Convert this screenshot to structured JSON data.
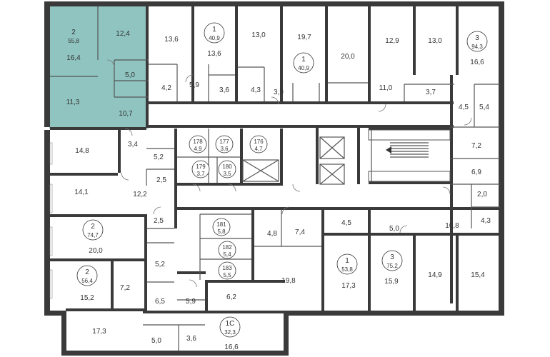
{
  "colors": {
    "wall": "#3a3a3a",
    "highlight": "#8fc4c0",
    "badge_stroke": "#333333",
    "text": "#333333"
  },
  "apartments": [
    {
      "id": "apt-top-left-highlighted",
      "rooms": "2",
      "area": "55,8",
      "highlighted": true
    },
    {
      "id": "apt-top-1",
      "rooms": "1",
      "area": "40,9"
    },
    {
      "id": "apt-top-2",
      "rooms": "1",
      "area": "40,9"
    },
    {
      "id": "apt-top-right",
      "rooms": "3",
      "area": "94,3"
    },
    {
      "id": "apt-left-mid",
      "rooms": "2",
      "area": "74,7"
    },
    {
      "id": "apt-left-low",
      "rooms": "2",
      "area": "56,4"
    },
    {
      "id": "apt-bottom-1",
      "rooms": "1",
      "area": "53,8"
    },
    {
      "id": "apt-bottom-3",
      "rooms": "3",
      "area": "75,2"
    },
    {
      "id": "apt-bottom-1c",
      "rooms": "1С",
      "area": "32,3"
    }
  ],
  "storages": [
    {
      "num": "178",
      "area": "4,9"
    },
    {
      "num": "177",
      "area": "3,6"
    },
    {
      "num": "176",
      "area": "4,7"
    },
    {
      "num": "179",
      "area": "3,7"
    },
    {
      "num": "180",
      "area": "3,5"
    },
    {
      "num": "181",
      "area": "5,8"
    },
    {
      "num": "182",
      "area": "5,4"
    },
    {
      "num": "183",
      "area": "5,5"
    }
  ],
  "rooms": [
    "16,4",
    "12,4",
    "5,0",
    "11,3",
    "10,7",
    "13,6",
    "4,2",
    "5,9",
    "13,6",
    "3,6",
    "13,0",
    "4,3",
    "3,9",
    "19,7",
    "20,0",
    "12,9",
    "11,0",
    "13,0",
    "3,7",
    "16,6",
    "4,5",
    "5,4",
    "14,8",
    "3,4",
    "5,2",
    "2,5",
    "14,1",
    "12,2",
    "2,5",
    "20,0",
    "7,2",
    "6,9",
    "2,0",
    "4,3",
    "10,8",
    "5,0",
    "4,5",
    "4,8",
    "7,4",
    "19,8",
    "17,3",
    "15,9",
    "14,9",
    "15,4",
    "5,2",
    "7,2",
    "15,2",
    "6,5",
    "5,9",
    "6,2",
    "17,3",
    "5,0",
    "3,6",
    "16,6"
  ]
}
